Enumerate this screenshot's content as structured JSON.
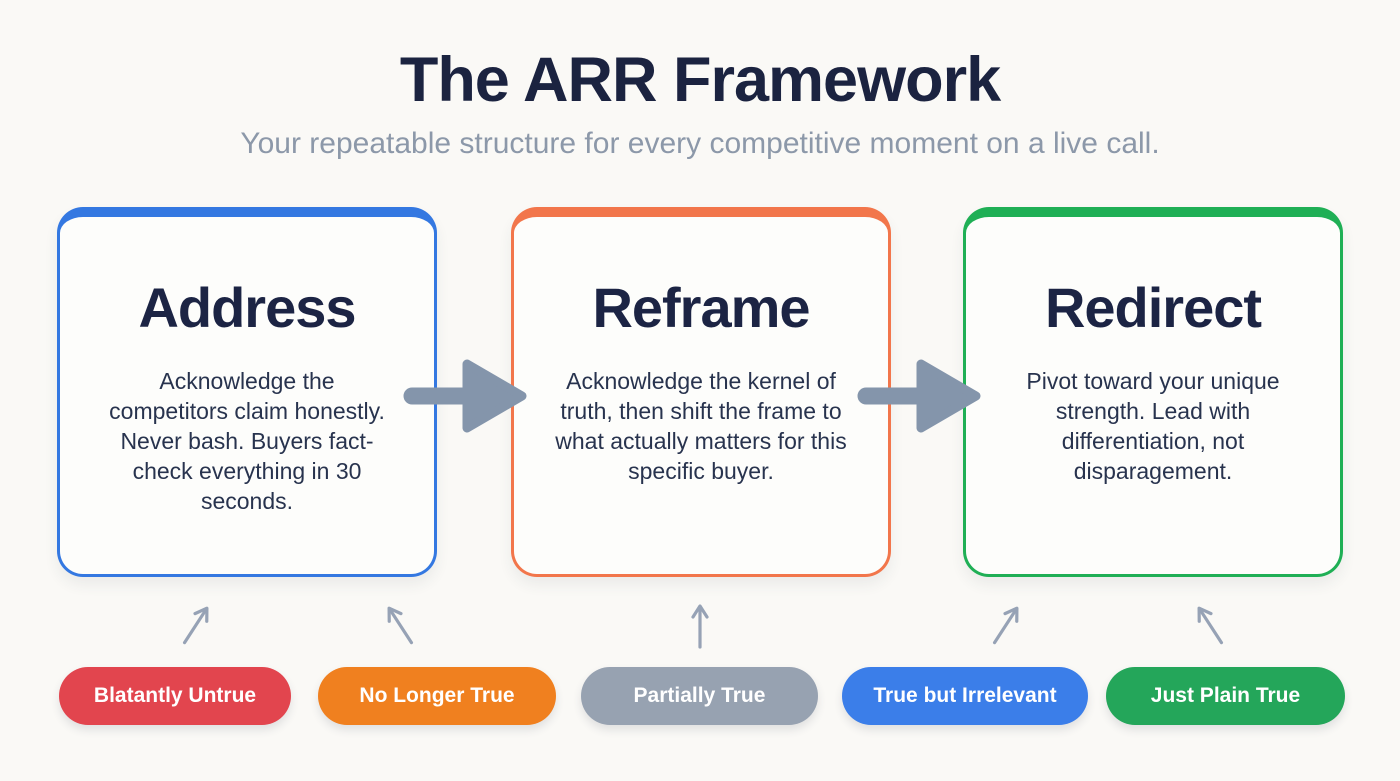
{
  "page": {
    "title": "The ARR Framework",
    "subtitle": "Your repeatable structure for every competitive moment on a live call.",
    "background_color": "#faf9f6"
  },
  "steps": [
    {
      "title": "Address",
      "description": "Acknowledge the competitors claim honestly. Never bash. Buyers fact-check everything in 30 seconds.",
      "border_color": "#3478e1"
    },
    {
      "title": "Reframe",
      "description": "Acknowledge the kernel of truth, then shift the frame to what actually matters for this specific buyer.",
      "border_color": "#f2764b"
    },
    {
      "title": "Redirect",
      "description": "Pivot toward your unique strength. Lead with differentiation, not disparagement.",
      "border_color": "#1faf55"
    }
  ],
  "claim_labels": [
    {
      "text": "Blatantly Untrue",
      "color": "#e2454e",
      "points_to": "Address"
    },
    {
      "text": "No Longer True",
      "color": "#f0801f",
      "points_to": "Address"
    },
    {
      "text": "Partially True",
      "color": "#97a2b1",
      "points_to": "Reframe"
    },
    {
      "text": "True but Irrelevant",
      "color": "#3b7ee9",
      "points_to": "Redirect"
    },
    {
      "text": "Just Plain True",
      "color": "#24a65a",
      "points_to": "Redirect"
    }
  ],
  "colors": {
    "title_text": "#1b2340",
    "subtitle_text": "#8c98a9",
    "body_text": "#28334e",
    "flow_arrow": "#8495ab",
    "hint_arrow": "#96a2b5"
  }
}
